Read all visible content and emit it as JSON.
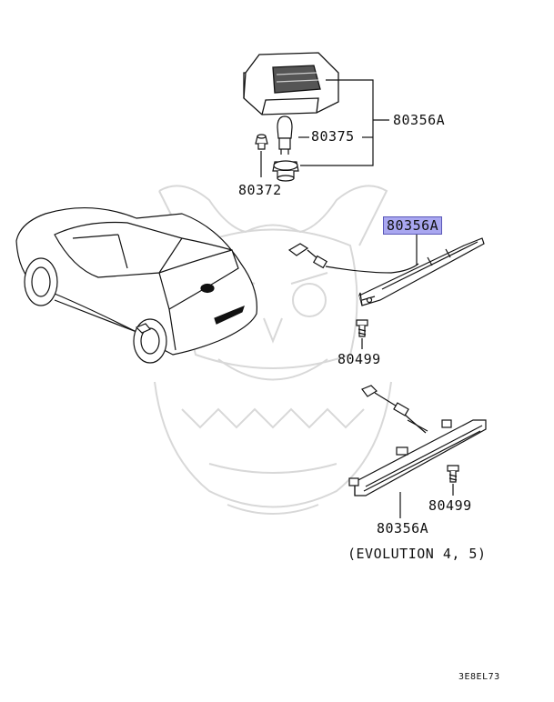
{
  "labels": {
    "top_assembly": "80356A",
    "bulb": "80375",
    "socket_nut": "80372",
    "middle_assembly": "80356A",
    "middle_screw": "80499",
    "bottom_screw": "80499",
    "bottom_assembly": "80356A",
    "evolution_note": "(EVOLUTION 4, 5)",
    "diagram_code": "3E8EL73"
  },
  "colors": {
    "highlight": "#a9a7f0",
    "line": "#111111",
    "watermark": "#d6d6d6"
  }
}
